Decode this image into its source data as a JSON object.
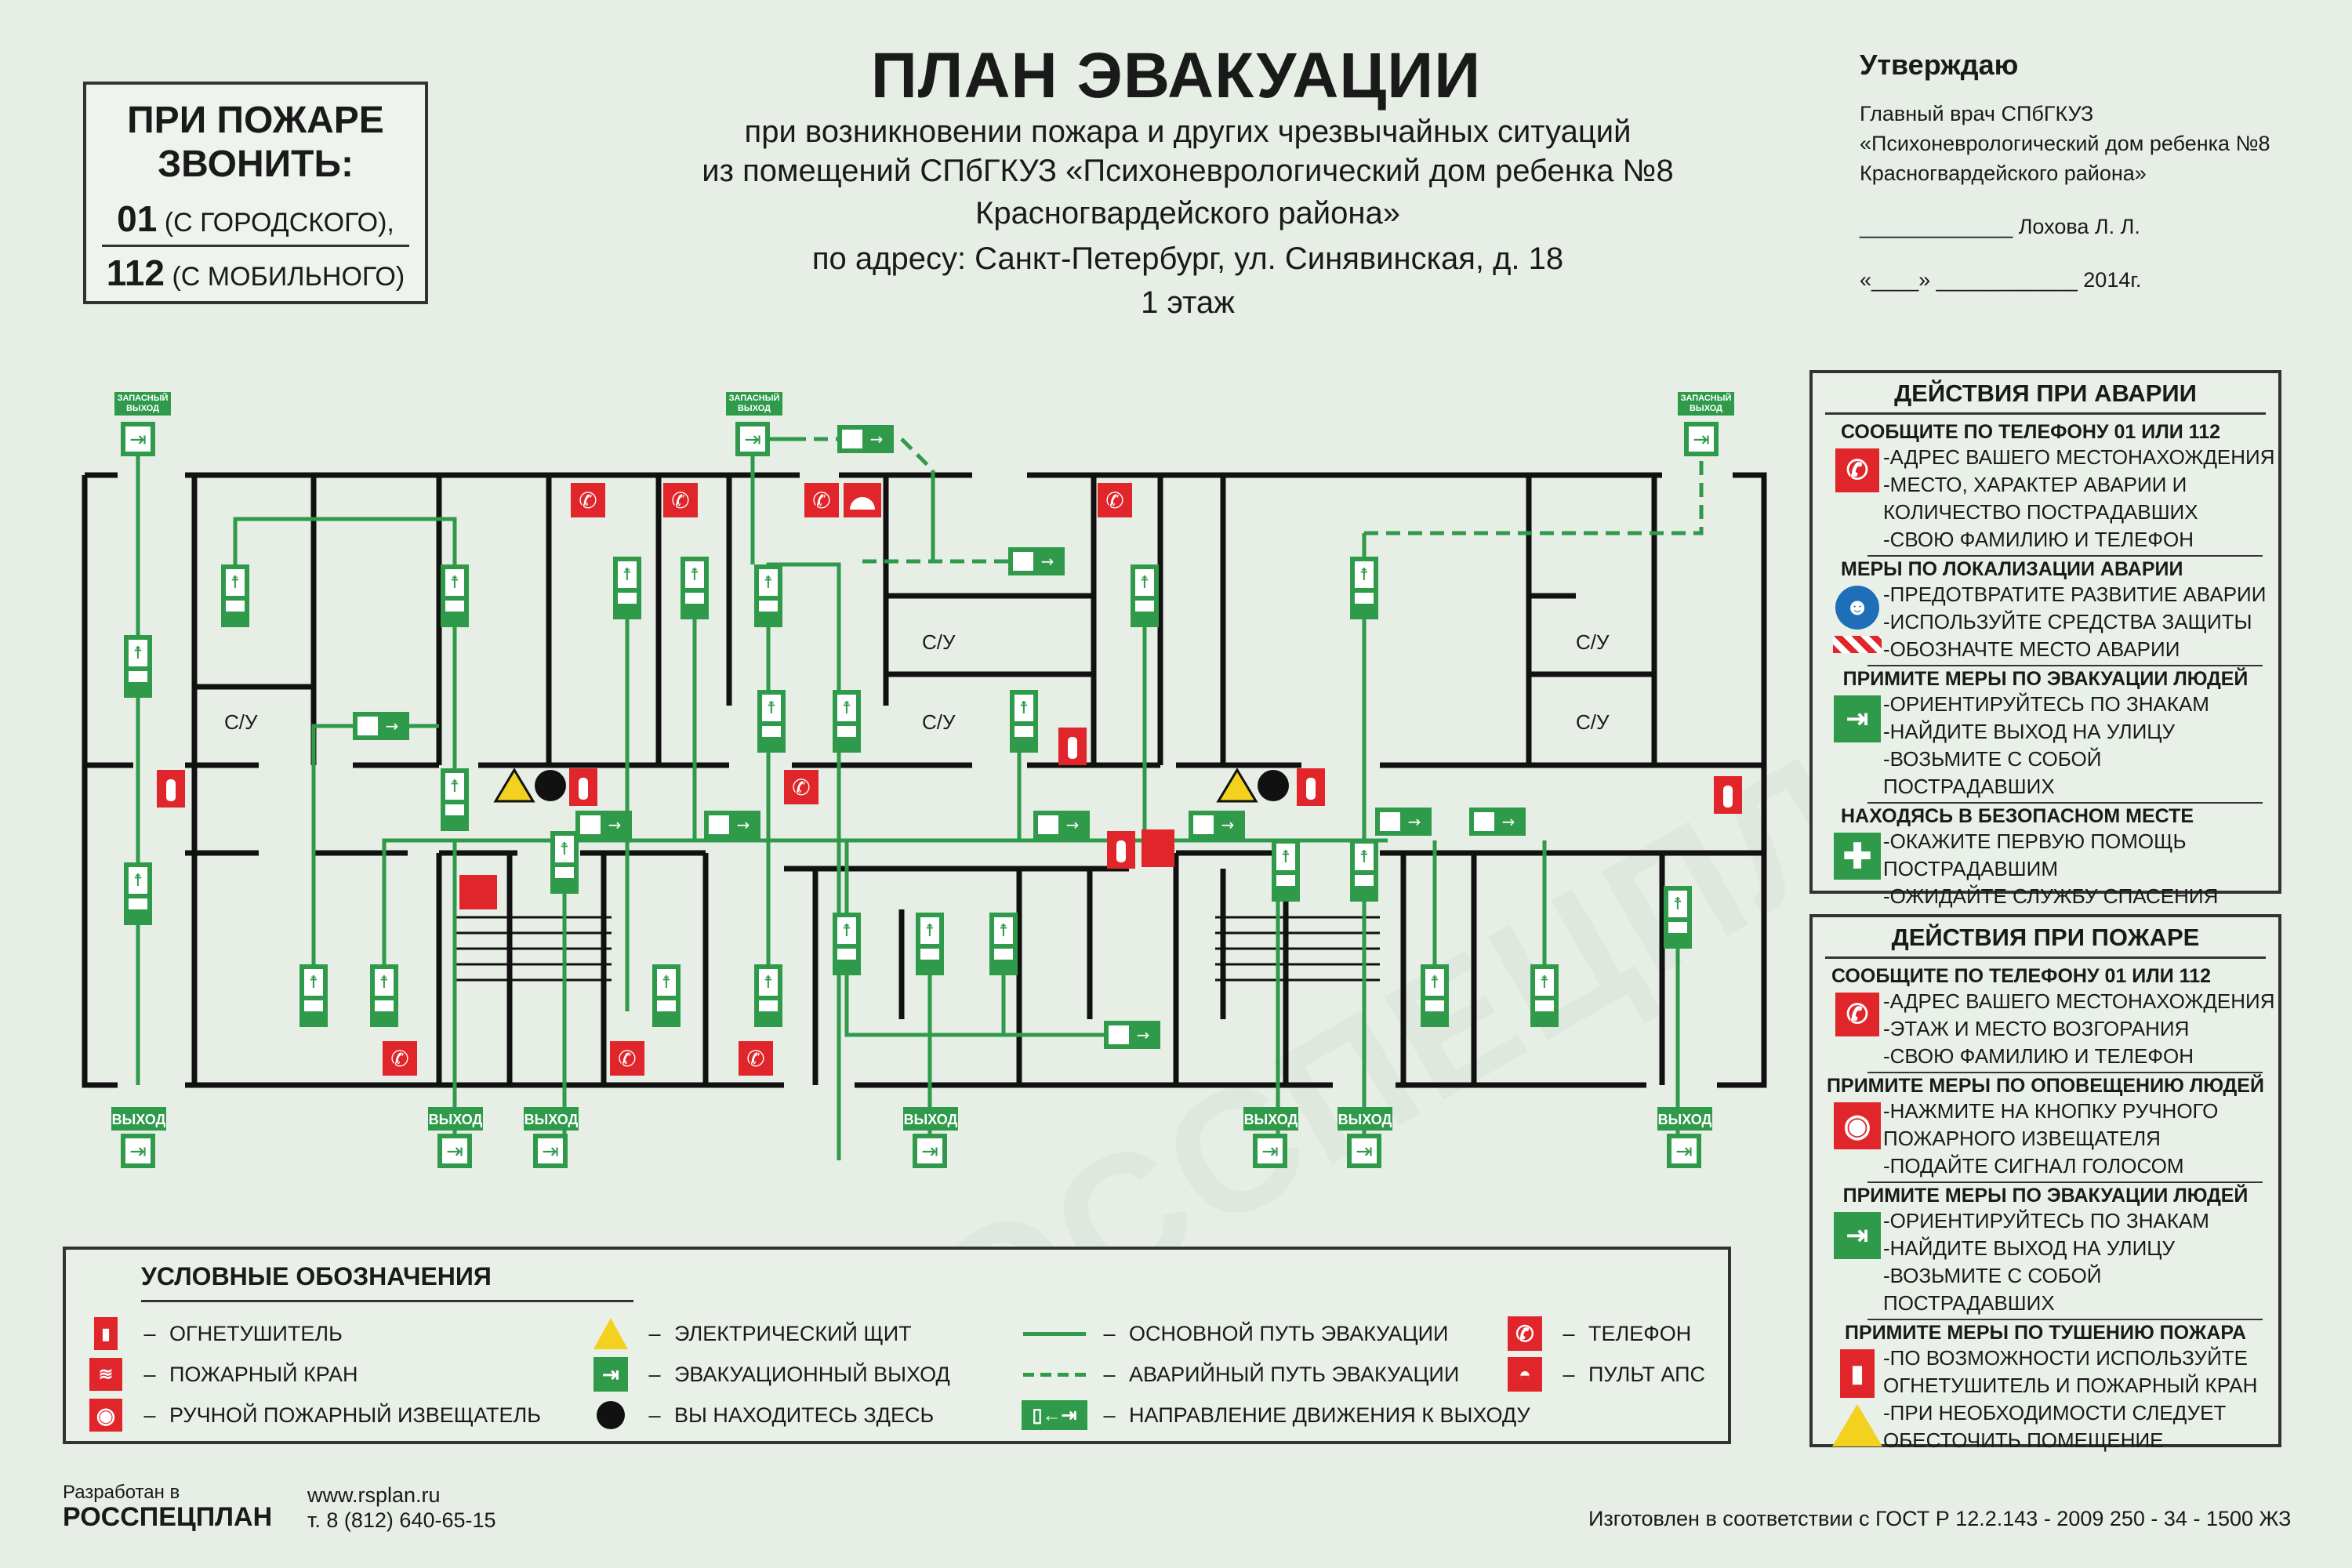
{
  "header": {
    "title": "ПЛАН ЭВАКУАЦИИ",
    "line1": "при возникновении пожара и других чрезвычайных ситуаций",
    "line2": "из помещений СПбГКУЗ «Психоневрологический дом ребенка №8",
    "line3": "Красногвардейского района»",
    "line4": "по адресу: Санкт-Петербург, ул. Синявинская, д. 18",
    "line5": "1 этаж"
  },
  "fire_call": {
    "line1": "ПРИ ПОЖАРЕ",
    "line2": "ЗВОНИТЬ:",
    "num1": "01",
    "num1_note": "(С ГОРОДСКОГО),",
    "num2": "112",
    "num2_note": "(С МОБИЛЬНОГО)"
  },
  "approve": {
    "heading": "Утверждаю",
    "l1": "Главный врач СПбГКУЗ",
    "l2": "«Психоневрологический дом ребенка №8",
    "l3": "Красногвардейского района»",
    "sign": "_____________ Лохова Л. Л.",
    "date": "«____» ____________ 2014г."
  },
  "plan": {
    "room_su": "С/У",
    "exit_label": "ВЫХОД",
    "spare_exit_label": "ЗАПАСНЫЙ ВЫХОД"
  },
  "accident": {
    "heading": "ДЕЙСТВИЯ ПРИ АВАРИИ",
    "s1": "СООБЩИТЕ ПО ТЕЛЕФОНУ  01 ИЛИ 112",
    "s1_items": [
      "-АДРЕС ВАШЕГО МЕСТОНАХОЖДЕНИЯ",
      "-МЕСТО, ХАРАКТЕР АВАРИИ И",
      "КОЛИЧЕСТВО ПОСТРАДАВШИХ",
      "-СВОЮ ФАМИЛИЮ И  ТЕЛЕФОН"
    ],
    "s2": "МЕРЫ ПО ЛОКАЛИЗАЦИИ АВАРИИ",
    "s2_items": [
      "-ПРЕДОТВРАТИТЕ РАЗВИТИЕ АВАРИИ",
      "-ИСПОЛЬЗУЙТЕ СРЕДСТВА ЗАЩИТЫ",
      "-ОБОЗНАЧТЕ МЕСТО АВАРИИ"
    ],
    "s3": "ПРИМИТЕ МЕРЫ ПО ЭВАКУАЦИИ ЛЮДЕЙ",
    "s3_items": [
      "-ОРИЕНТИРУЙТЕСЬ ПО ЗНАКАМ",
      "-НАЙДИТЕ ВЫХОД НА УЛИЦУ",
      "-ВОЗЬМИТЕ С СОБОЙ ПОСТРАДАВШИХ"
    ],
    "s4": "НАХОДЯСЬ В БЕЗОПАСНОМ МЕСТЕ",
    "s4_items": [
      "-ОКАЖИТЕ ПЕРВУЮ ПОМОЩЬ",
      "ПОСТРАДАВШИМ",
      "-ОЖИДАЙТЕ СЛУЖБУ СПАСЕНИЯ"
    ]
  },
  "fire": {
    "heading": "ДЕЙСТВИЯ ПРИ ПОЖАРЕ",
    "s1": "СООБЩИТЕ ПО ТЕЛЕФОНУ  01 ИЛИ 112",
    "s1_items": [
      "-АДРЕС ВАШЕГО МЕСТОНАХОЖДЕНИЯ",
      "-ЭТАЖ И МЕСТО ВОЗГОРАНИЯ",
      "-СВОЮ ФАМИЛИЮ И  ТЕЛЕФОН"
    ],
    "s2": "ПРИМИТЕ МЕРЫ ПО ОПОВЕЩЕНИЮ ЛЮДЕЙ",
    "s2_items": [
      "-НАЖМИТЕ НА КНОПКУ РУЧНОГО",
      "ПОЖАРНОГО ИЗВЕЩАТЕЛЯ",
      "-ПОДАЙТЕ СИГНАЛ ГОЛОСОМ"
    ],
    "s3": "ПРИМИТЕ МЕРЫ ПО ЭВАКУАЦИИ ЛЮДЕЙ",
    "s3_items": [
      "-ОРИЕНТИРУЙТЕСЬ ПО ЗНАКАМ",
      "-НАЙДИТЕ ВЫХОД НА УЛИЦУ",
      "-ВОЗЬМИТЕ С СОБОЙ ПОСТРАДАВШИХ"
    ],
    "s4": "ПРИМИТЕ МЕРЫ ПО ТУШЕНИЮ ПОЖАРА",
    "s4_items": [
      "-ПО ВОЗМОЖНОСТИ ИСПОЛЬЗУЙТЕ",
      "ОГНЕТУШИТЕЛЬ И ПОЖАРНЫЙ КРАН",
      "-ПРИ НЕОБХОДИМОСТИ СЛЕДУЕТ",
      "ОБЕСТОЧИТЬ ПОМЕЩЕНИЕ"
    ]
  },
  "legend": {
    "title": "УСЛОВНЫЕ ОБОЗНАЧЕНИЯ",
    "dash": "–",
    "items": [
      "ОГНЕТУШИТЕЛЬ",
      "ПОЖАРНЫЙ КРАН",
      "РУЧНОЙ ПОЖАРНЫЙ ИЗВЕЩАТЕЛЬ",
      "ЭЛЕКТРИЧЕСКИЙ ЩИТ",
      "ЭВАКУАЦИОННЫЙ ВЫХОД",
      "ВЫ НАХОДИТЕСЬ ЗДЕСЬ",
      "ОСНОВНОЙ ПУТЬ ЭВАКУАЦИИ",
      "АВАРИЙНЫЙ ПУТЬ ЭВАКУАЦИИ",
      "НАПРАВЛЕНИЕ ДВИЖЕНИЯ К ВЫХОДУ",
      "ТЕЛЕФОН",
      "ПУЛЬТ АПС"
    ]
  },
  "footer": {
    "dev1": "Разработан в",
    "dev2": "РОССПЕЦПЛАН",
    "web": "www.rsplan.ru",
    "phone": "т. 8 (812) 640-65-15",
    "gost": "Изготовлен в соответствии с ГОСТ Р 12.2.143 - 2009 250 - 34 - 1500 ЖЗ"
  },
  "watermark": "РОССПЕЦПЛАН",
  "colors": {
    "green": "#2e9a4a",
    "red": "#e0262b",
    "wall": "#111111",
    "bg": "#e6eee5"
  }
}
